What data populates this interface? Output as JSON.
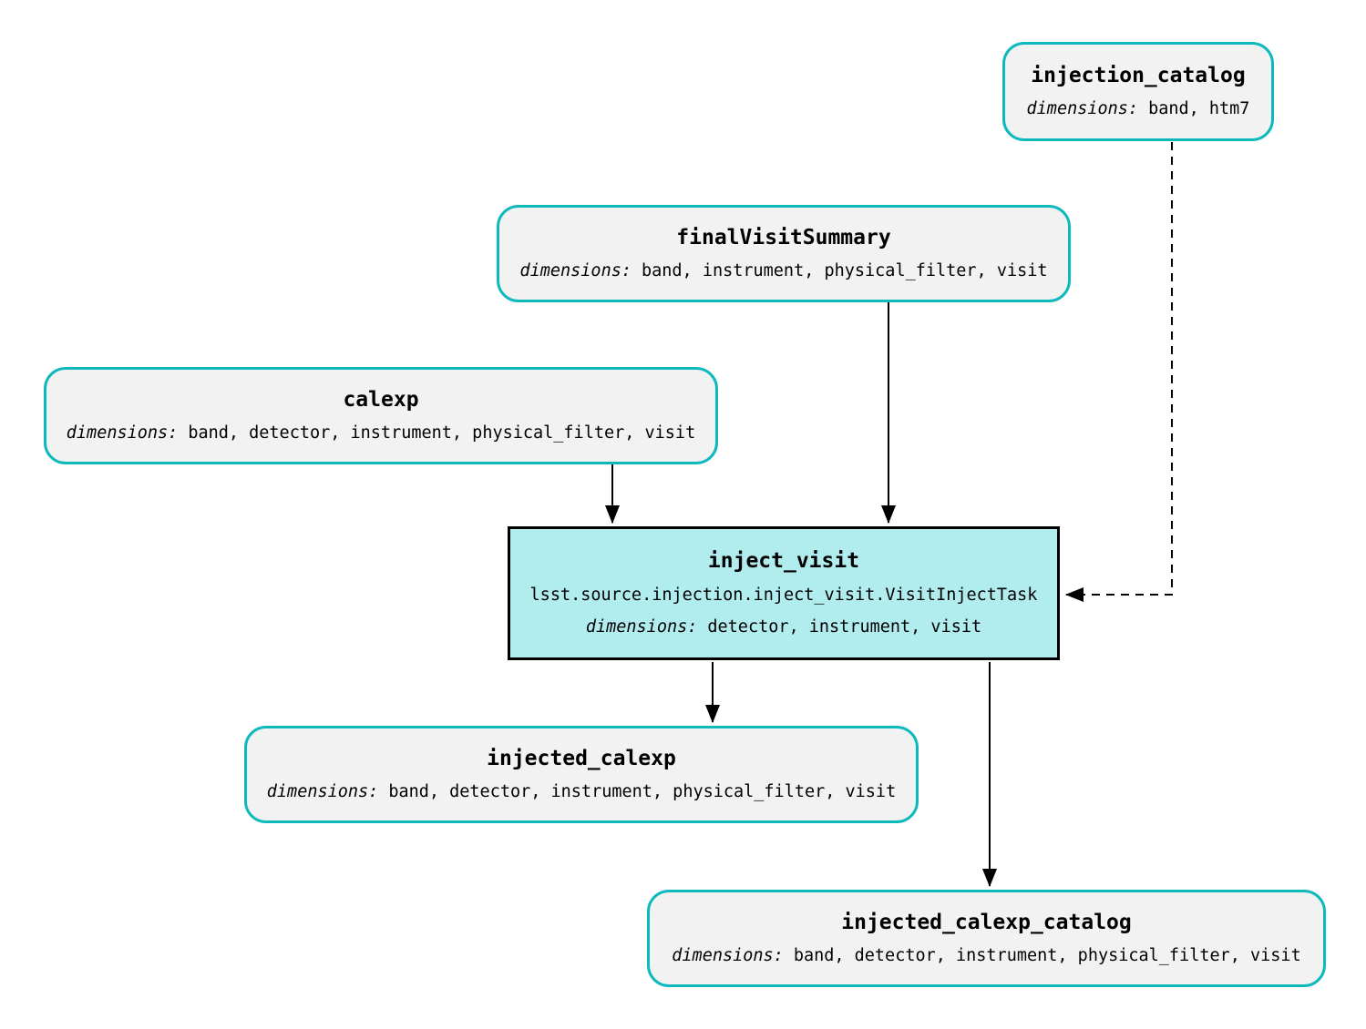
{
  "diagram": {
    "type": "pipeline-task-graph",
    "colors": {
      "dataset_border": "#0db9bd",
      "dataset_fill": "#f2f2f2",
      "task_fill": "#b1ecee",
      "task_border": "#000000",
      "edge": "#000000",
      "background": "#ffffff"
    },
    "nodes": {
      "injection_catalog": {
        "title": "injection_catalog",
        "dims_label": "dimensions:",
        "dims": "band, htm7"
      },
      "finalVisitSummary": {
        "title": "finalVisitSummary",
        "dims_label": "dimensions:",
        "dims": "band, instrument, physical_filter, visit"
      },
      "calexp": {
        "title": "calexp",
        "dims_label": "dimensions:",
        "dims": "band, detector, instrument, physical_filter, visit"
      },
      "inject_visit": {
        "title": "inject_visit",
        "task_class": "lsst.source.injection.inject_visit.VisitInjectTask",
        "dims_label": "dimensions:",
        "dims": "detector, instrument, visit"
      },
      "injected_calexp": {
        "title": "injected_calexp",
        "dims_label": "dimensions:",
        "dims": "band, detector, instrument, physical_filter, visit"
      },
      "injected_calexp_catalog": {
        "title": "injected_calexp_catalog",
        "dims_label": "dimensions:",
        "dims": "band, detector, instrument, physical_filter, visit"
      }
    },
    "edges": [
      {
        "from": "calexp",
        "to": "inject_visit",
        "style": "solid"
      },
      {
        "from": "finalVisitSummary",
        "to": "inject_visit",
        "style": "solid"
      },
      {
        "from": "injection_catalog",
        "to": "inject_visit",
        "style": "dashed"
      },
      {
        "from": "inject_visit",
        "to": "injected_calexp",
        "style": "solid"
      },
      {
        "from": "inject_visit",
        "to": "injected_calexp_catalog",
        "style": "solid"
      }
    ]
  }
}
